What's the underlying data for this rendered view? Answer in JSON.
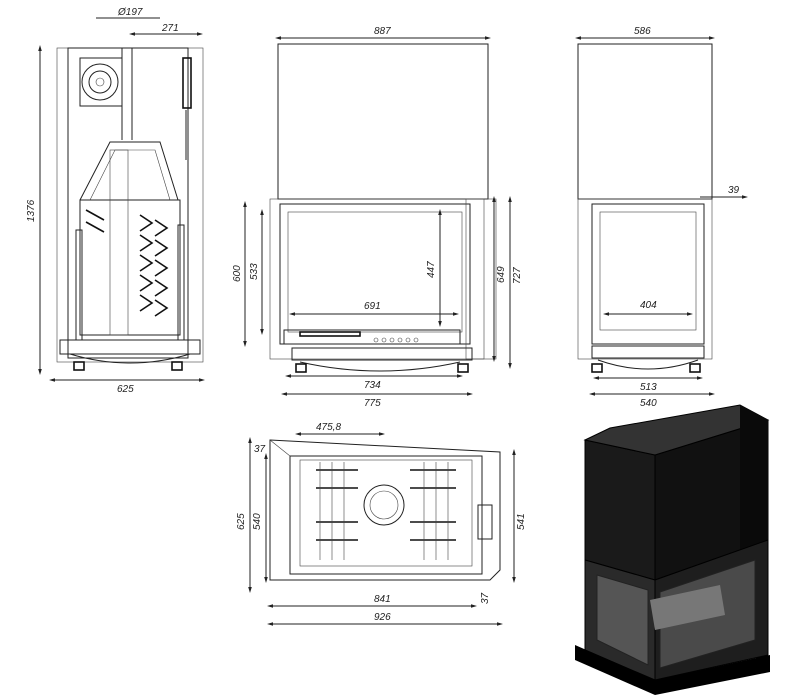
{
  "side_view": {
    "d_flue": "Ø197",
    "d_top_offset": "271",
    "d_height": "1376",
    "d_depth": "625"
  },
  "front_view": {
    "d_width_top": "887",
    "d_door_height": "600",
    "d_door_inner_height": "533",
    "d_glass_height": "447",
    "d_glass_width": "691",
    "d_height_649": "649",
    "d_height_727": "727",
    "d_base_734": "734",
    "d_base_775": "775"
  },
  "right_view": {
    "d_width_top": "586",
    "d_offset": "39",
    "d_glass_width": "404",
    "d_base_513": "513",
    "d_base_540": "540"
  },
  "top_view": {
    "d_475": "475,8",
    "d_37_top": "37",
    "d_625": "625",
    "d_540": "540",
    "d_541": "541",
    "d_37_bottom": "37",
    "d_841": "841",
    "d_926": "926"
  },
  "colors": {
    "line": "#222222",
    "body": "#111111",
    "glass": "#3a3a3a"
  }
}
